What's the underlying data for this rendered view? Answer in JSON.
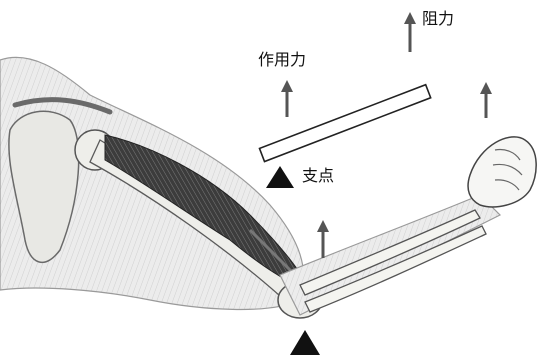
{
  "labels": {
    "effort": "作用力",
    "resistance": "阻力",
    "fulcrum": "支点"
  },
  "colors": {
    "ink": "#111111",
    "bone": "#f3f3f0",
    "bone_edge": "#5a5a5a",
    "muscle": "#3a3a3a",
    "skin": "#d9d9d9",
    "arrow": "#555555"
  },
  "icons": {
    "fulcrum": "black-triangle",
    "force": "up-arrow"
  }
}
